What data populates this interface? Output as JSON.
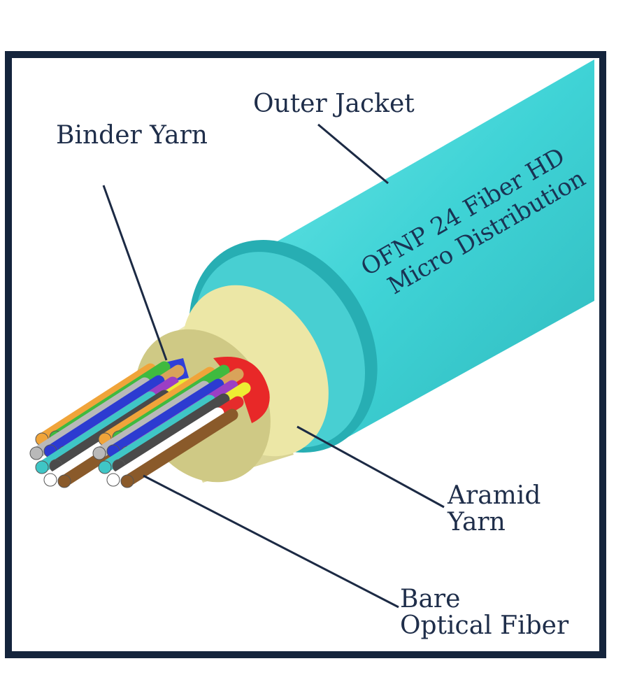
{
  "labels": {
    "outer_jacket": "Outer Jacket",
    "binder_yarn": "Binder Yarn",
    "aramid_yarn": [
      "Aramid",
      "Yarn"
    ],
    "bare_optical_fiber": [
      "Bare",
      "Optical Fiber"
    ]
  },
  "jacket_print": [
    "OFNP 24 Fiber HD",
    "Micro Distribution"
  ],
  "colors": {
    "frame": "#14243c",
    "jacket": "#3fd3d6",
    "jacket_dark": "#27aeb3",
    "aramid": "#ece7a6",
    "aramid_dark": "#cfc985",
    "binder_blue": "#2f3fd9",
    "binder_red": "#e82828",
    "leader": "#1c2a44"
  },
  "fibers": [
    "#f0a43a",
    "#3fba3f",
    "#d9a35a",
    "#b9b9b9",
    "#2c3bd1",
    "#9b3fc4",
    "#eded33",
    "#3fc6c6",
    "#4a4a4a",
    "#e52c2c",
    "#ffffff",
    "#8a5a2a"
  ]
}
